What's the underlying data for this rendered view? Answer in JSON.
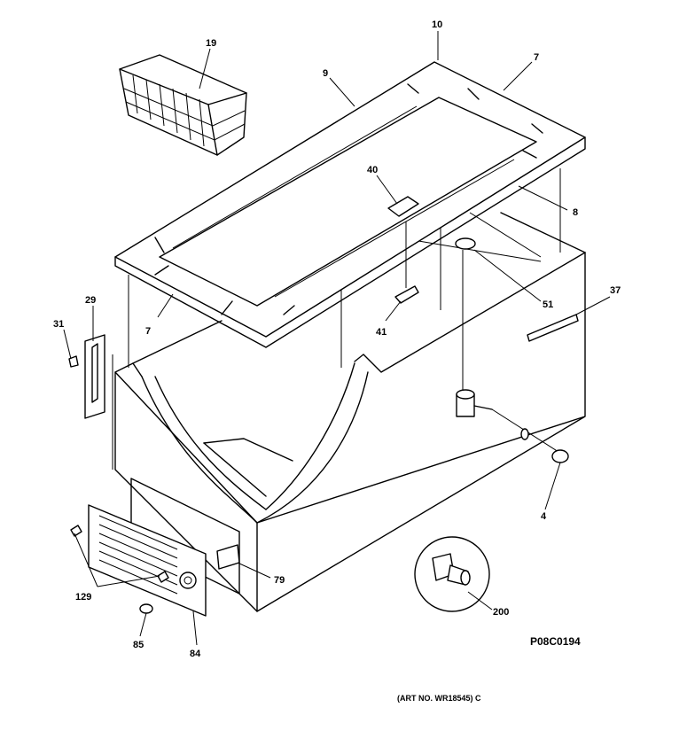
{
  "callouts": {
    "c10": "10",
    "c19": "19",
    "c9": "9",
    "c7_top": "7",
    "c40": "40",
    "c8": "8",
    "c29": "29",
    "c31": "31",
    "c7_left": "7",
    "c51": "51",
    "c37": "37",
    "c41": "41",
    "c4": "4",
    "c79": "79",
    "c129": "129",
    "c200": "200",
    "c85": "85",
    "c84": "84"
  },
  "drawing_code": "P08C0194",
  "art_number": "(ART NO. WR18545) C"
}
